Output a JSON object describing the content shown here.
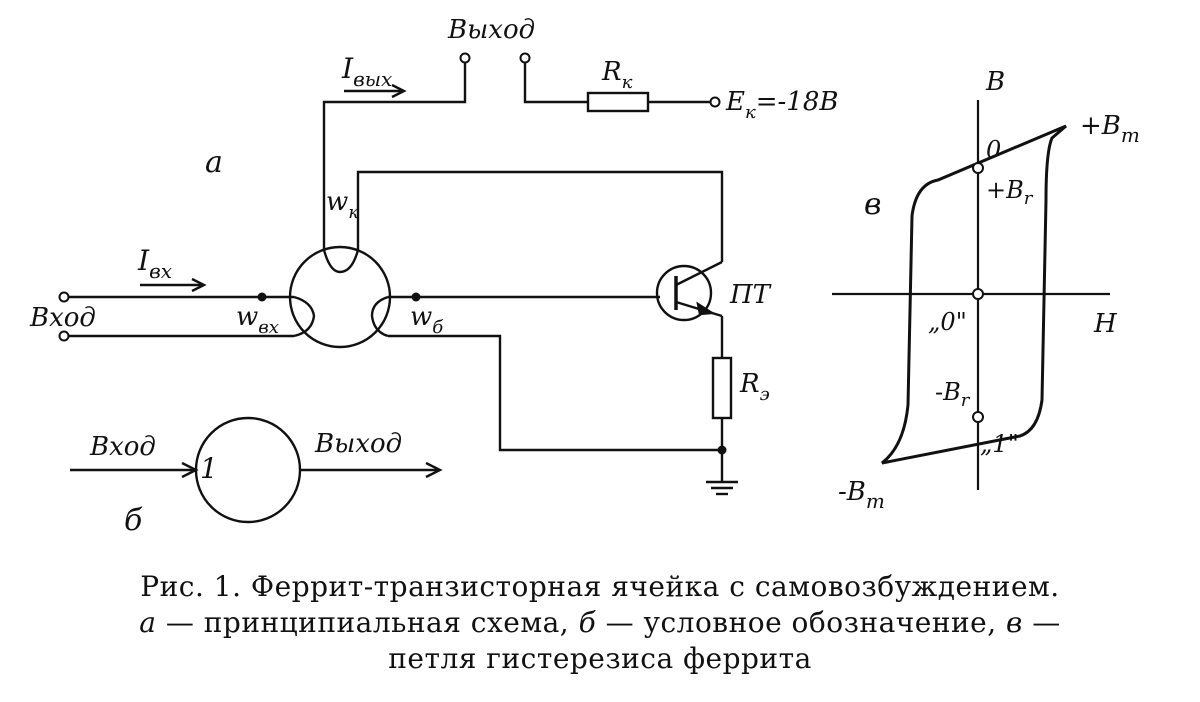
{
  "circuit": {
    "label_a": "а",
    "output_label": "Выход",
    "i_out": "I",
    "i_out_sub": "вых",
    "rk": "R",
    "rk_sub": "к",
    "ek": "E",
    "ek_sub": "к",
    "ek_value": "=-18В",
    "wk": "w",
    "wk_sub": "к",
    "i_in": "I",
    "i_in_sub": "вх",
    "input_label": "Вход",
    "wvx": "w",
    "wvx_sub": "вх",
    "wb": "w",
    "wb_sub": "б",
    "transistor": "ПТ",
    "re": "R",
    "re_sub": "э"
  },
  "symbol": {
    "label_b": "б",
    "input_label": "Вход",
    "output_label": "Выход",
    "cell_number": "1"
  },
  "hysteresis": {
    "label_v": "в",
    "axis_b": "B",
    "axis_h": "H",
    "plus_bm": "+B",
    "plus_bm_sub": "m",
    "minus_bm": "-B",
    "minus_bm_sub": "m",
    "plus_br": "+B",
    "plus_br_sub": "r",
    "minus_br": "-B",
    "minus_br_sub": "r",
    "state_0_upper": "0",
    "state_0_center": "„0\"",
    "state_1": "„1\""
  },
  "caption": {
    "line1": "Рис.  1. Феррит-транзисторная  ячейка с самовозбуждением.",
    "line2_a": "а",
    "line2_a_text": " — принципиальная схема,  ",
    "line2_b": "б",
    "line2_b_text": " — условное  обозначение, ",
    "line2_v": "в",
    "line2_v_text": " —",
    "line3": "петля гистерезиса феррита"
  }
}
